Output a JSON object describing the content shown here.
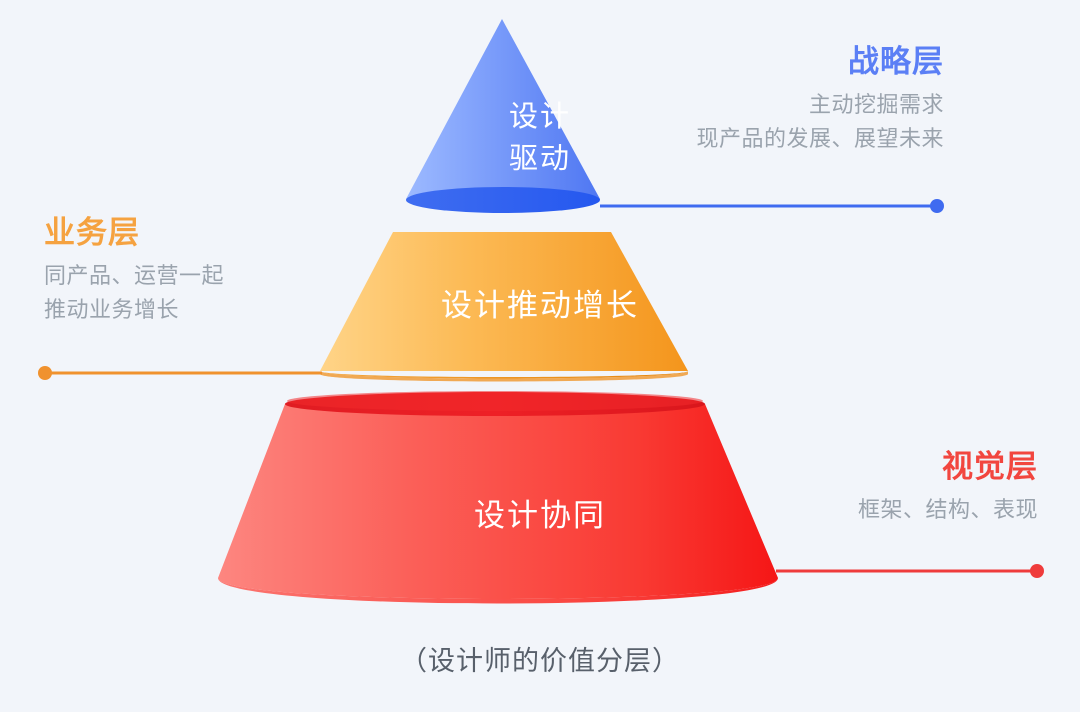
{
  "background_color": "#f2f5fa",
  "caption": "（设计师的价值分层）",
  "pyramid": {
    "layers": [
      {
        "id": "strategy",
        "shape": "cone-apex",
        "label_line1": "设计",
        "label_line2": "驱动",
        "fill_light": "#93b1fc",
        "fill_dark": "#5279f3",
        "rim_color": "#2f63f0",
        "text_color": "#ffffff"
      },
      {
        "id": "business",
        "shape": "trapezoid",
        "label": "设计推动增长",
        "fill_light": "#ffd07a",
        "fill_dark": "#f59a22",
        "rim_color": "#e78b18",
        "text_color": "#ffffff"
      },
      {
        "id": "visual",
        "shape": "cone-base",
        "label": "设计协同",
        "fill_light": "#fb6a6a",
        "fill_dark": "#f8201f",
        "rim_color": "#d8161b",
        "text_color": "#ffffff"
      }
    ]
  },
  "callouts": [
    {
      "id": "strategy",
      "title": "战略层",
      "title_color": "#5b7ff5",
      "sub_line1": "主动挖掘需求",
      "sub_line2": "现产品的发展、展望未来",
      "sub_color": "#9aa3ad",
      "connector_color": "#3f6bf0",
      "side": "right"
    },
    {
      "id": "business",
      "title": "业务层",
      "title_color": "#f5a240",
      "sub_line1": "同产品、运营一起",
      "sub_line2": "推动业务增长",
      "sub_color": "#9aa3ad",
      "connector_color": "#f0922e",
      "side": "left"
    },
    {
      "id": "visual",
      "title": "视觉层",
      "title_color": "#f2463f",
      "sub_line1": "框架、结构、表现",
      "sub_line2": "",
      "sub_color": "#9aa3ad",
      "connector_color": "#ef3b3b",
      "side": "right"
    }
  ]
}
